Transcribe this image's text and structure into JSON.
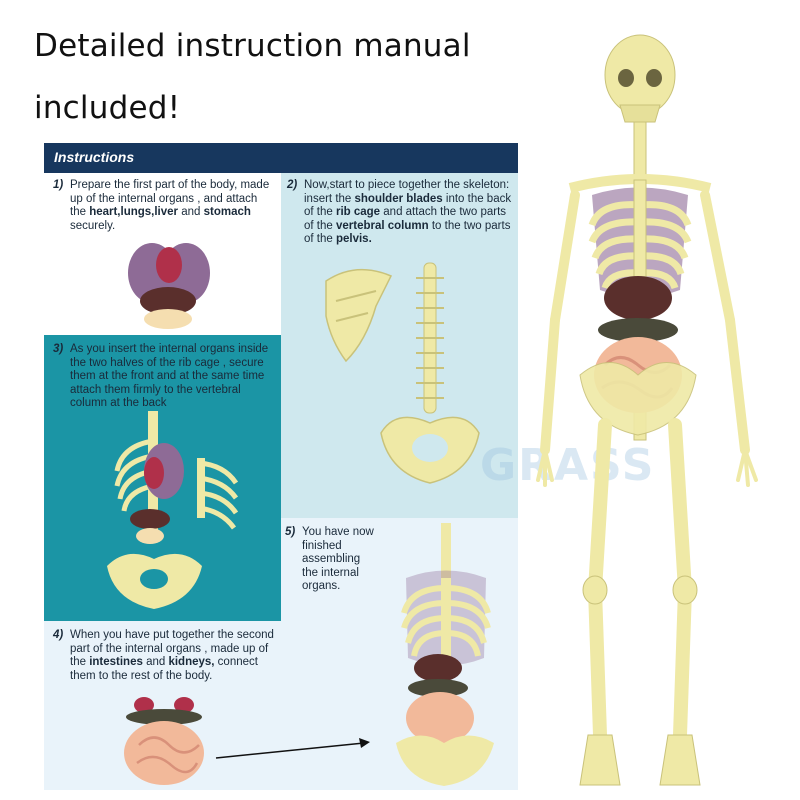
{
  "headline": {
    "line1": "Detailed instruction manual",
    "line2": "included!"
  },
  "manual": {
    "title": "Instructions",
    "steps": [
      {
        "num": "1)",
        "pre": "Prepare the first part of the body, made up of the internal organs , and attach the ",
        "bold1": "heart,lungs,liver",
        "mid": " and ",
        "bold2": "stomach",
        "post": " securely."
      },
      {
        "num": "2)",
        "pre": "Now,start to piece together the skeleton: insert the ",
        "bold1": "shoulder blades",
        "mid": " into the back of the ",
        "bold2": "rib cage",
        "mid2": " and attach the two parts of the ",
        "bold3": "vertebral column",
        "mid3": " to the two parts of the ",
        "bold4": "pelvis."
      },
      {
        "num": "3)",
        "text": "As you insert the internal organs inside the two halves of the rib cage , secure them at the front and at the same time attach them firmly to the vertebral column at the back"
      },
      {
        "num": "4)",
        "pre": "When you have put together the second part of the internal organs , made up of the ",
        "bold1": "intestines",
        "mid": " and ",
        "bold2": "kidneys,",
        "post": " connect them to the rest of the body."
      },
      {
        "num": "5)",
        "text": "You have now finished assembling the internal organs."
      }
    ]
  },
  "watermark": "GRASS",
  "colors": {
    "header_bar": "#17375e",
    "bone": "#efe9a6",
    "teal_panel": "#1b95a5",
    "lung": "#8e6b96",
    "liver": "#5a2f2c",
    "intestine": "#f2b99a"
  }
}
